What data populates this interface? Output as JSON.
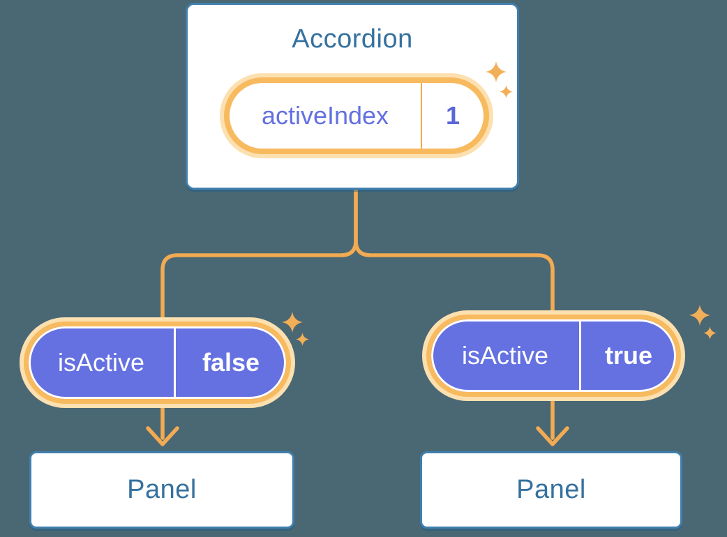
{
  "colors": {
    "background": "#4A6774",
    "card_border": "#4080AD",
    "heading_text": "#35719E",
    "pill_border_orange": "#F8BA5F",
    "pill_glow_orange": "#FCE0B0",
    "connector_orange": "#F2AB52",
    "sparkle_orange": "#F3AE58",
    "prop_pill_purple": "#6571E1",
    "state_text_purple": "#6470E0"
  },
  "accordion": {
    "title": "Accordion",
    "state_pill": {
      "label": "activeIndex",
      "value": "1"
    }
  },
  "branches": [
    {
      "prop_pill": {
        "label": "isActive",
        "value": "false"
      },
      "panel": {
        "title": "Panel"
      }
    },
    {
      "prop_pill": {
        "label": "isActive",
        "value": "true"
      },
      "panel": {
        "title": "Panel"
      }
    }
  ]
}
